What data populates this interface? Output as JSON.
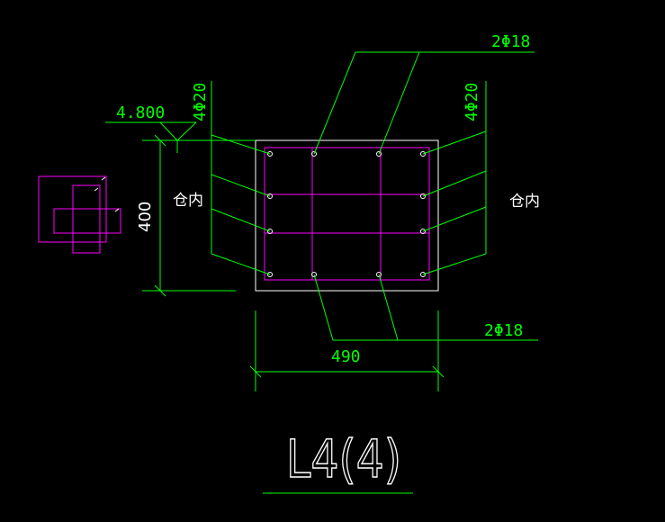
{
  "labels": {
    "top_right_rebar": "2Φ18",
    "bottom_right_rebar": "2Φ18",
    "left_side_rebar": "4Φ20",
    "right_side_rebar": "4Φ20",
    "elevation": "4.800",
    "height_dim": "400",
    "width_dim": "490",
    "left_side_note": "仓内",
    "right_side_note": "仓内",
    "section_title": "L4(4)"
  },
  "colors": {
    "background": "#000000",
    "dimension_lines": "#00ff00",
    "section_outline": "#ffffff",
    "rebar": "#ff00ff"
  }
}
